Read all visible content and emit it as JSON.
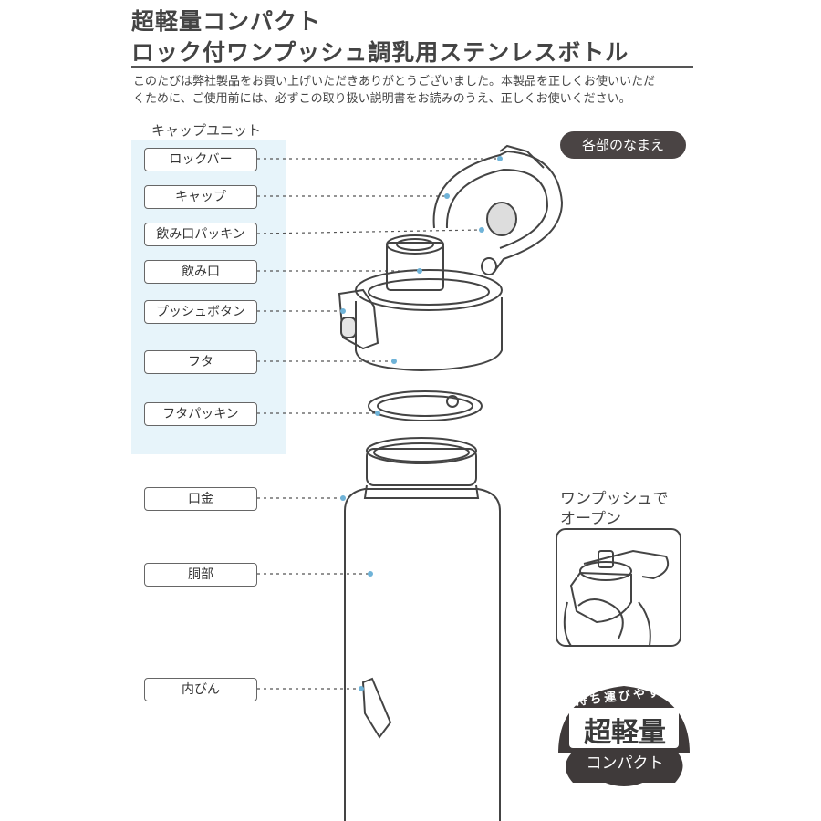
{
  "header": {
    "title_line1": "超軽量コンパクト",
    "title_line2": "ロック付ワンプッシュ調乳用ステンレスボトル",
    "intro_line1": "このたびは弊社製品をお買い上げいただきありがとうございました。本製品を正しくお使いいただ",
    "intro_line2": "くために、ご使用前には、必ずこの取り扱い説明書をお読みのうえ、正しくお使いください。"
  },
  "cap_unit": {
    "title": "キャップユニット",
    "labels": [
      "ロックバー",
      "キャップ",
      "飲み口パッキン",
      "飲み口",
      "プッシュボタン",
      "フタ",
      "フタパッキン"
    ]
  },
  "body_labels": [
    "口金",
    "胴部",
    "内びん"
  ],
  "names_badge": "各部のなまえ",
  "one_push": {
    "line1": "ワンプッシュで",
    "line2": "オープン"
  },
  "light_badge": {
    "arc": "持ち運びやすい",
    "main": "超軽量",
    "sub": "コンパクト"
  },
  "colors": {
    "accent_blue": "#6fb3d8",
    "unit_bg": "#e7f4fa",
    "badge_dark": "#4a4444",
    "line": "#444444"
  }
}
